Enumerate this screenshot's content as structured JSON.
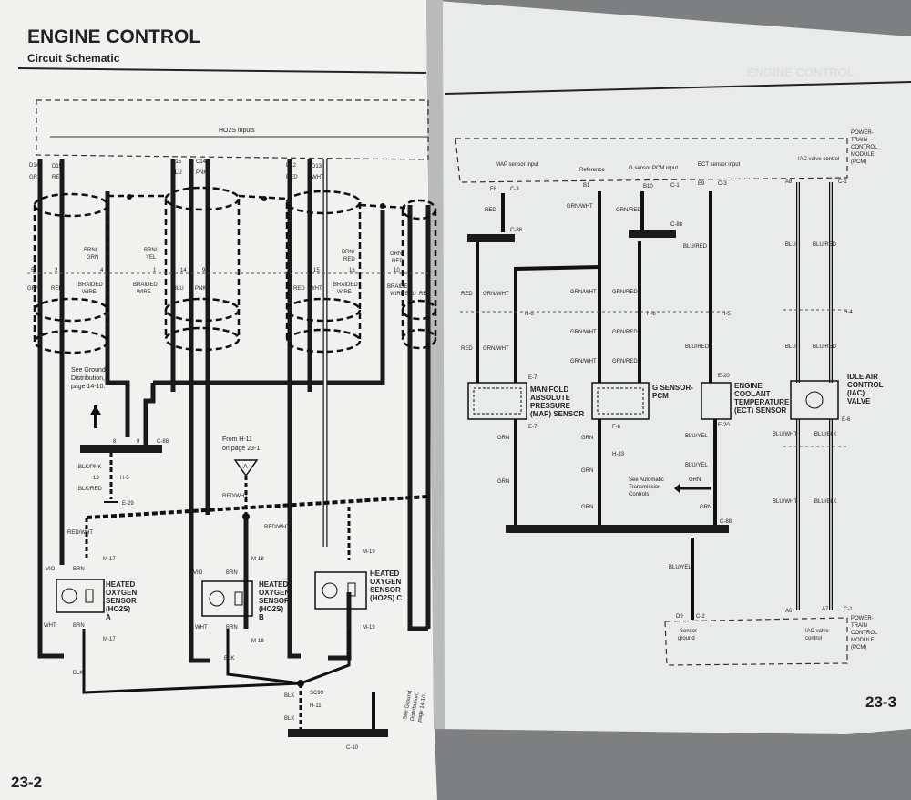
{
  "left_page": {
    "title": "ENGINE CONTROL",
    "subtitle": "Circuit Schematic",
    "page_number": "23-2",
    "ho2s_inputs_label": "HO2S inputs",
    "top_pins": [
      "D14",
      "D15",
      "C15",
      "C14",
      "D12",
      "D13"
    ],
    "top_colors": [
      "GRN",
      "RED",
      "BLU",
      "PNK",
      "RED",
      "WHT"
    ],
    "brn_grn": [
      "BRN/",
      "GRN"
    ],
    "brn_yel": [
      "BRN/",
      "YEL"
    ],
    "brn_red": [
      "BRN/",
      "RED"
    ],
    "grn_red": [
      "GRN/",
      "RED"
    ],
    "braided_wire": [
      "BRAIDED",
      "WIRE"
    ],
    "mid_pins": [
      "5",
      "2",
      "4",
      "1",
      "14",
      "9",
      "12",
      "15",
      "16",
      "10"
    ],
    "mid_colors": [
      "GRN",
      "RED",
      "BLU",
      "PNK",
      "RED",
      "WHT",
      "BLU",
      "RED"
    ],
    "ground_note": [
      "See Ground",
      "Distribution,",
      "page 14-10."
    ],
    "from_note": [
      "From H-11",
      "on page 23-1."
    ],
    "connector_a": "A",
    "blk_pnk": "BLK/PNK",
    "blk_red": "BLK/RED",
    "e29": "E-29",
    "h5": "H-5",
    "c88": "C-88",
    "pin13": "13",
    "red_wht": "RED/WHT",
    "sensor_a": [
      "HEATED",
      "OXYGEN",
      "SENSOR",
      "(HO2S)",
      "A"
    ],
    "sensor_b": [
      "HEATED",
      "OXYGEN",
      "SENSOR",
      "(HO2S)",
      "B"
    ],
    "sensor_c": [
      "HEATED",
      "OXYGEN",
      "SENSOR",
      "(HO2S) C"
    ],
    "m_labels": [
      "M-17",
      "M-18",
      "M-19"
    ],
    "vio": "VIO",
    "brn": "BRN",
    "wht": "WHT",
    "blk": "BLK",
    "sc99": "SC99",
    "h11": "H-11",
    "c10": "C-10",
    "ground_note2": [
      "See Ground",
      "Distribution,",
      "page 14-10."
    ]
  },
  "right_page": {
    "ghost_title": "ENGINE CONTROL",
    "page_number": "23-3",
    "pcm_label": [
      "POWER-",
      "TRAIN",
      "CONTROL",
      "MODULE",
      "(PCM)"
    ],
    "inputs": [
      "MAP sensor input",
      "Reference",
      "G sensor PCM input",
      "ECT sensor input",
      "IAC valve control"
    ],
    "pins_top": [
      "F8",
      "C-3",
      "B1",
      "B10",
      "C-1",
      "E9",
      "C-3",
      "A8",
      "C-1"
    ],
    "wire_red": "RED",
    "wire_grn_wht": "GRN/WHT",
    "wire_grn_red": "GRN/RED",
    "wire_blu_red": "BLU/RED",
    "wire_blu": "BLU",
    "wire_blu_blk": "BLU/BLK",
    "wire_blu_wht": "BLU/WHT",
    "wire_blu_yel": "BLU/YEL",
    "wire_grn": "GRN",
    "c88": "C-88",
    "map_sensor": [
      "MANIFOLD",
      "ABSOLUTE",
      "PRESSURE",
      "(MAP) SENSOR"
    ],
    "g_sensor": [
      "G SENSOR-",
      "PCM"
    ],
    "ect_sensor": [
      "ENGINE",
      "COOLANT",
      "TEMPERATURE",
      "(ECT) SENSOR"
    ],
    "iac_valve": [
      "IDLE AIR",
      "CONTROL",
      "(IAC)",
      "VALVE"
    ],
    "auto_trans_note": [
      "See Automatic",
      "Transmission",
      "Controls"
    ],
    "sensor_ground": [
      "Sensor",
      "ground"
    ],
    "iac_control_bottom": [
      "IAC valve",
      "control"
    ],
    "pcm_bottom": [
      "POWER-",
      "TRAIN",
      "CONTROL",
      "MODULE",
      "(PCM)"
    ],
    "bottom_pins": [
      "D9",
      "C-2",
      "A6",
      "A7",
      "C-1"
    ],
    "h_labels": [
      "H-6",
      "H-8",
      "H-33",
      "H-5",
      "H-4"
    ],
    "e_labels": [
      "E-7",
      "F-6",
      "E-20",
      "E-6"
    ]
  }
}
